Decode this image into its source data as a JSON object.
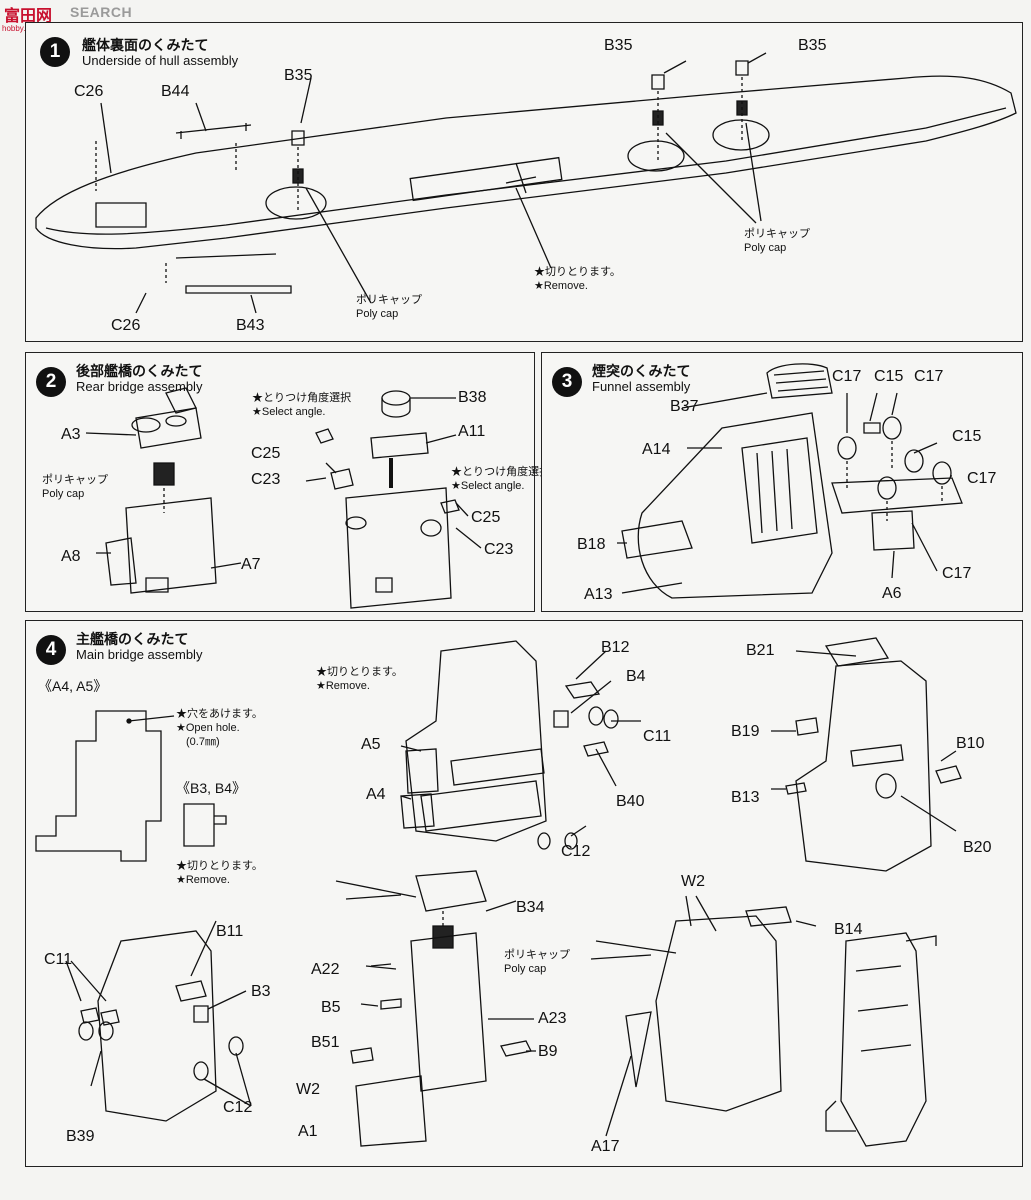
{
  "watermark": {
    "logo": "富田网",
    "site": "SEARCH",
    "domain": "hobby.shoo.com"
  },
  "steps": [
    {
      "num": "1",
      "jp": "艦体裏面のくみたて",
      "en": "Underside of hull assembly",
      "parts": [
        "B35",
        "B35",
        "B35",
        "C26",
        "B44",
        "C26",
        "B43"
      ],
      "notes": [
        {
          "jp": "ポリキャップ",
          "en": "Poly cap"
        },
        {
          "jp": "★切りとります。",
          "en": "★Remove."
        },
        {
          "jp": "ポリキャップ",
          "en": "Poly cap"
        }
      ]
    },
    {
      "num": "2",
      "jp": "後部艦橋のくみたて",
      "en": "Rear bridge assembly",
      "parts": [
        "A3",
        "A8",
        "A7",
        "C25",
        "C23",
        "B38",
        "A11",
        "C25",
        "C23"
      ],
      "notes": [
        {
          "jp": "ポリキャップ",
          "en": "Poly cap"
        },
        {
          "jp": "★とりつけ角度選択",
          "en": "★Select angle."
        },
        {
          "jp": "★とりつけ角度選択",
          "en": "★Select angle."
        }
      ]
    },
    {
      "num": "3",
      "jp": "煙突のくみたて",
      "en": "Funnel assembly",
      "parts": [
        "B37",
        "A14",
        "B18",
        "A13",
        "C17",
        "C15",
        "C17",
        "C15",
        "C17",
        "A6",
        "C17"
      ]
    },
    {
      "num": "4",
      "jp": "主艦橋のくみたて",
      "en": "Main bridge assembly",
      "subs": [
        "《A4, A5》",
        "《B3, B4》"
      ],
      "notes": [
        {
          "jp": "★穴をあけます。",
          "en": "★Open hole.",
          "extra": "(0.7㎜)"
        },
        {
          "jp": "★切りとります。",
          "en": "★Remove."
        },
        {
          "jp": "★切りとります。",
          "en": "★Remove."
        },
        {
          "jp": "ポリキャップ",
          "en": "Poly cap"
        }
      ],
      "parts": [
        "B12",
        "B4",
        "C11",
        "A5",
        "A4",
        "B40",
        "C12",
        "B21",
        "B19",
        "B10",
        "B13",
        "B20",
        "C11",
        "B11",
        "B3",
        "C12",
        "B39",
        "B34",
        "A22",
        "B5",
        "A23",
        "B51",
        "B9",
        "W2",
        "A1",
        "W2",
        "B14",
        "A17"
      ]
    }
  ]
}
